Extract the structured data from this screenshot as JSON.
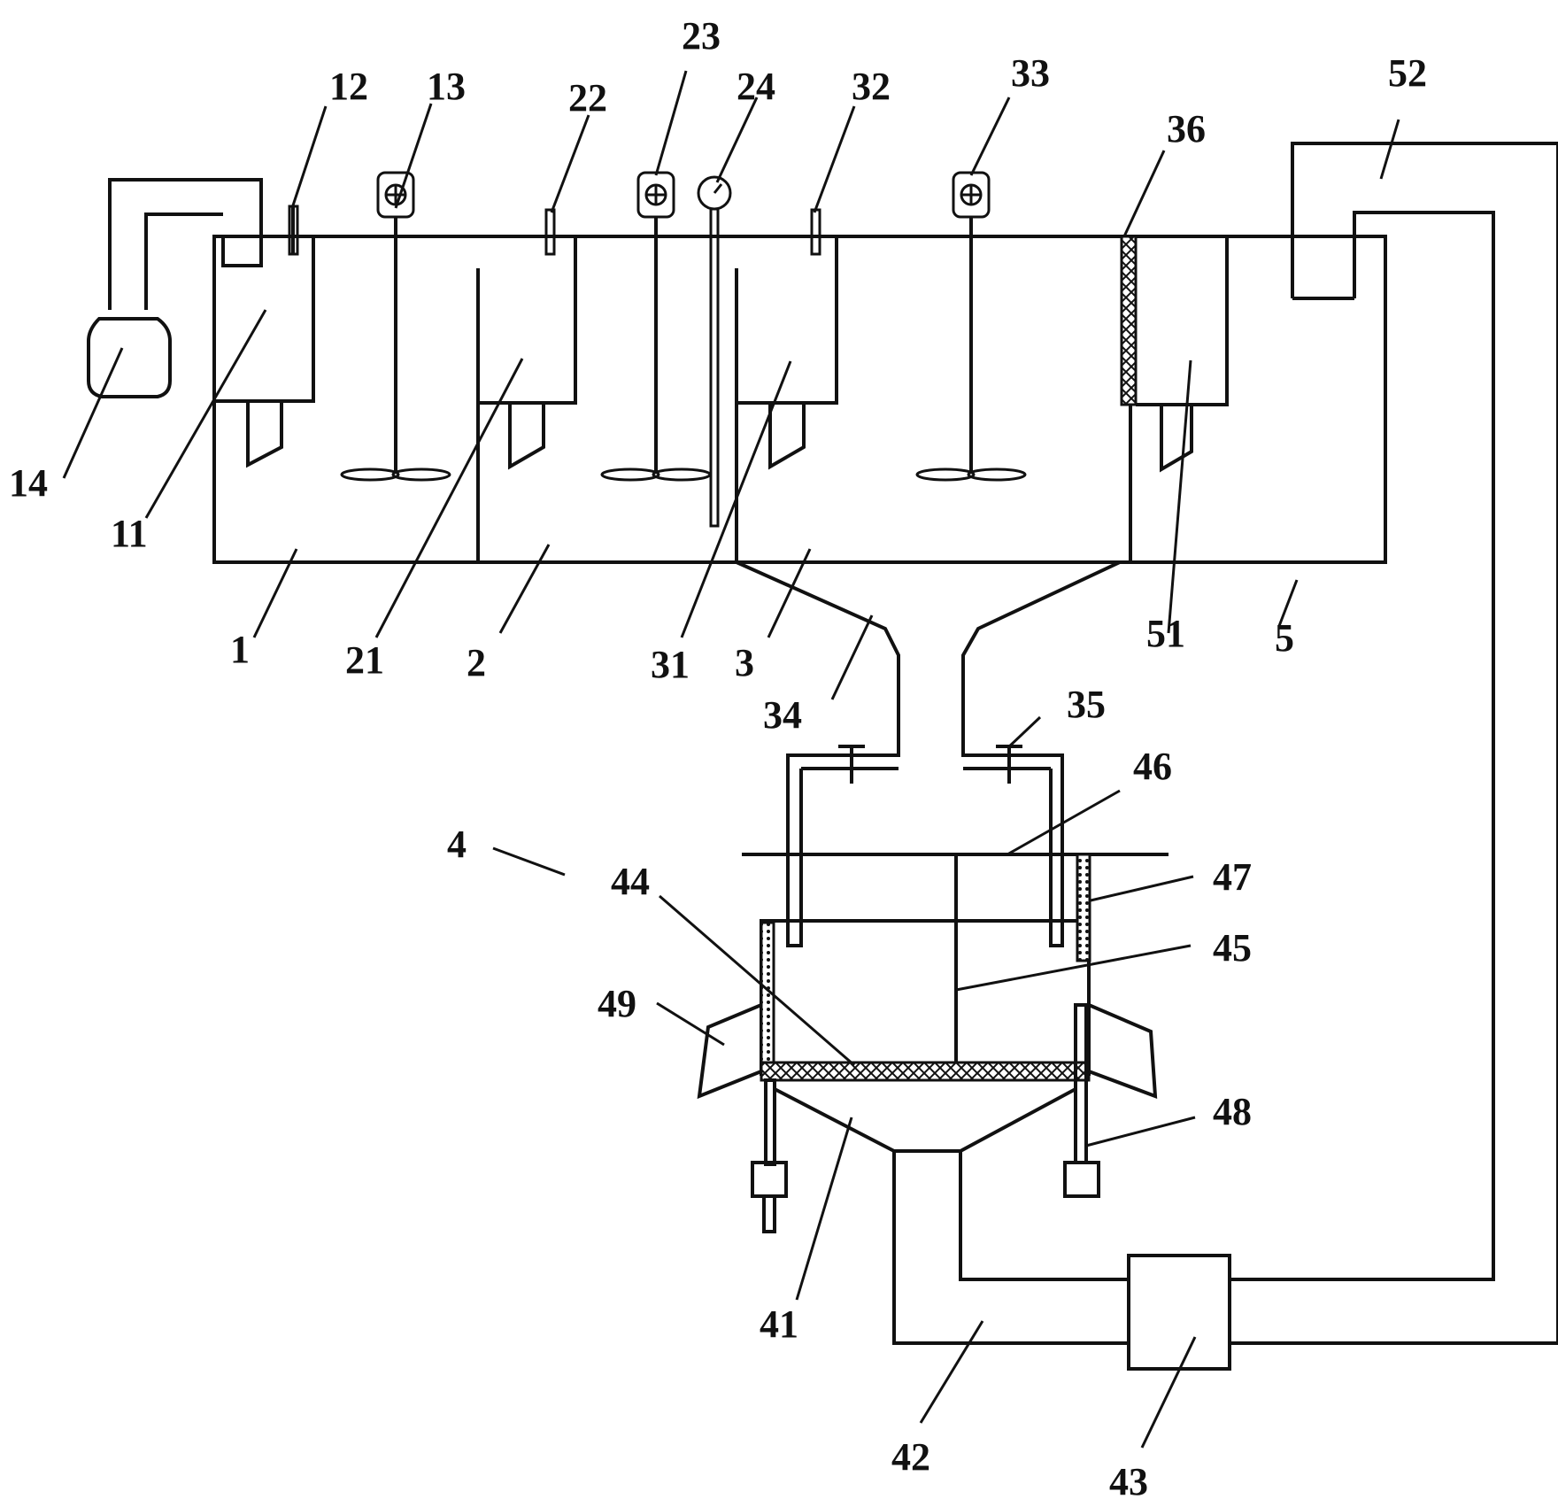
{
  "labels": {
    "l1": "1",
    "l2": "2",
    "l3": "3",
    "l4": "4",
    "l5": "5",
    "l11": "11",
    "l12": "12",
    "l13": "13",
    "l14": "14",
    "l21": "21",
    "l22": "22",
    "l23": "23",
    "l24": "24",
    "l31": "31",
    "l32": "32",
    "l33": "33",
    "l34": "34",
    "l35": "35",
    "l36": "36",
    "l41": "41",
    "l42": "42",
    "l43": "43",
    "l44": "44",
    "l45": "45",
    "l46": "46",
    "l47": "47",
    "l48": "48",
    "l49": "49",
    "l51": "51",
    "l52": "52"
  },
  "colors": {
    "line": "#111111",
    "background": "#ffffff"
  }
}
